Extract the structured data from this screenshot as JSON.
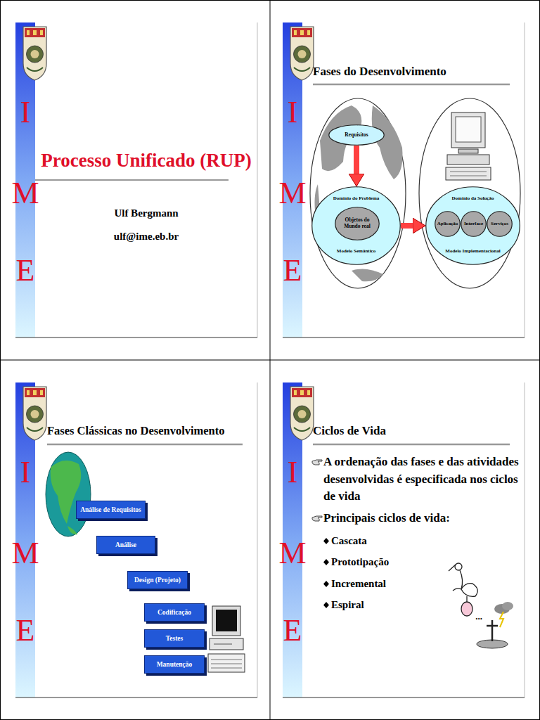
{
  "diagram": {
    "title": "Processo Unificado (RUP)",
    "nodes": [
      {
        "text": [
          "Requisitos"
        ]
      },
      {
        "text": [
          "Domínio do Problema",
          "Modelo Semântico"
        ]
      },
      {
        "text": [
          "Objetos do Mundo real"
        ],
        "in": 1
      },
      {
        "text": [
          "Domínio da Solução",
          "Modelo Implementacional"
        ]
      },
      {
        "text": [
          "Aplicação"
        ],
        "in": 3
      },
      {
        "text": [
          "Interface"
        ],
        "in": 3
      },
      {
        "text": [
          "Serviços"
        ],
        "in": 3
      },
      {
        "text": [
          "Análise de Requisitos"
        ]
      },
      {
        "text": [
          "Análise"
        ]
      },
      {
        "text": [
          "Design (Projeto)"
        ]
      },
      {
        "text": [
          "Codificação"
        ]
      },
      {
        "text": [
          "Testes"
        ]
      },
      {
        "text": [
          "Manutenção"
        ]
      }
    ],
    "edges": [
      {
        "from": 0,
        "to": 1,
        "arrow": "to"
      },
      {
        "from": 1,
        "to": 3,
        "arrow": "to"
      }
    ],
    "labels": [
      "Ulf Bergmann",
      "ulf@ime.eb.br",
      "Fases do Desenvolvimento",
      "Fases Clássicas no Desenvolvimento",
      "Ciclos de Vida",
      "A ordenação das fases e das atividades desenvolvidas é especificada nos ciclos de vida",
      "Principais ciclos de vida:",
      "Cascata",
      "Prototipação",
      "Incremental",
      "Espiral",
      "...",
      "I",
      "M",
      "E",
      "I",
      "M",
      "E",
      "I",
      "M",
      "E",
      "I",
      "M",
      "E"
    ]
  }
}
